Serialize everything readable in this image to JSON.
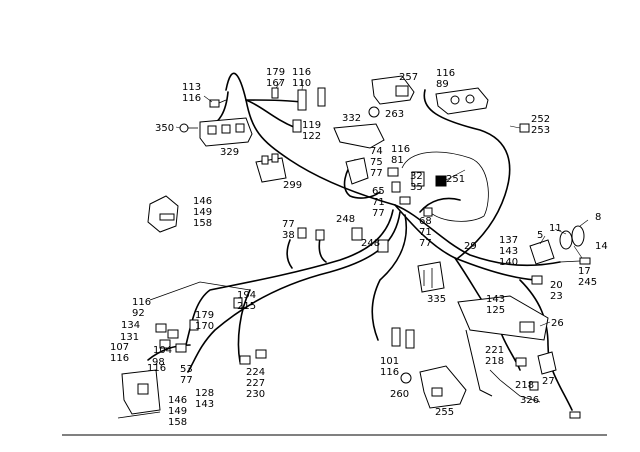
{
  "callouts": [
    {
      "id": "c-113-116",
      "lines": [
        "113",
        "116"
      ]
    },
    {
      "id": "c-179-167",
      "lines": [
        "179",
        "167"
      ]
    },
    {
      "id": "c-116-110",
      "lines": [
        "116",
        "110"
      ]
    },
    {
      "id": "c-257",
      "lines": [
        "257"
      ]
    },
    {
      "id": "c-116-89",
      "lines": [
        "116",
        "89"
      ]
    },
    {
      "id": "c-350",
      "lines": [
        "350"
      ]
    },
    {
      "id": "c-329",
      "lines": [
        "329"
      ]
    },
    {
      "id": "c-119-122",
      "lines": [
        "119",
        "122"
      ]
    },
    {
      "id": "c-332",
      "lines": [
        "332"
      ]
    },
    {
      "id": "c-263",
      "lines": [
        "263"
      ]
    },
    {
      "id": "c-252-253",
      "lines": [
        "252",
        "253"
      ]
    },
    {
      "id": "c-74-75-77",
      "lines": [
        "74",
        "75",
        "77"
      ]
    },
    {
      "id": "c-116-81",
      "lines": [
        "116",
        "81"
      ]
    },
    {
      "id": "c-299",
      "lines": [
        "299"
      ]
    },
    {
      "id": "c-32-35",
      "lines": [
        "32",
        "35"
      ]
    },
    {
      "id": "c-251",
      "lines": [
        "251"
      ]
    },
    {
      "id": "c-65-71-77",
      "lines": [
        "65",
        "71",
        "77"
      ]
    },
    {
      "id": "c-146-149-158-top",
      "lines": [
        "146",
        "149",
        "158"
      ]
    },
    {
      "id": "c-248a",
      "lines": [
        "248"
      ]
    },
    {
      "id": "c-77-38",
      "lines": [
        "77",
        "38"
      ]
    },
    {
      "id": "c-68-71-77",
      "lines": [
        "68",
        "71",
        "77"
      ]
    },
    {
      "id": "c-248b",
      "lines": [
        "248"
      ]
    },
    {
      "id": "c-8",
      "lines": [
        "8"
      ]
    },
    {
      "id": "c-11",
      "lines": [
        "11"
      ]
    },
    {
      "id": "c-5",
      "lines": [
        "5"
      ]
    },
    {
      "id": "c-137-143-140",
      "lines": [
        "137",
        "143",
        "140"
      ]
    },
    {
      "id": "c-29",
      "lines": [
        "29"
      ]
    },
    {
      "id": "c-14",
      "lines": [
        "14"
      ]
    },
    {
      "id": "c-17-245",
      "lines": [
        "17",
        "245"
      ]
    },
    {
      "id": "c-20-23",
      "lines": [
        "20",
        "23"
      ]
    },
    {
      "id": "c-335",
      "lines": [
        "335"
      ]
    },
    {
      "id": "c-194-215",
      "lines": [
        "194",
        "215"
      ]
    },
    {
      "id": "c-116-92",
      "lines": [
        "116",
        "92"
      ]
    },
    {
      "id": "c-134",
      "lines": [
        "134"
      ]
    },
    {
      "id": "c-179-170",
      "lines": [
        "179",
        "170"
      ]
    },
    {
      "id": "c-131",
      "lines": [
        "131"
      ]
    },
    {
      "id": "c-107-116",
      "lines": [
        "107",
        "116"
      ]
    },
    {
      "id": "c-104",
      "lines": [
        "104"
      ]
    },
    {
      "id": "c-98",
      "lines": [
        "98"
      ]
    },
    {
      "id": "c-116-low",
      "lines": [
        "116"
      ]
    },
    {
      "id": "c-53-77",
      "lines": [
        "53",
        "77"
      ]
    },
    {
      "id": "c-143-125",
      "lines": [
        "143",
        "125"
      ]
    },
    {
      "id": "c-26",
      "lines": [
        "26"
      ]
    },
    {
      "id": "c-101-116",
      "lines": [
        "101",
        "116"
      ]
    },
    {
      "id": "c-221-218",
      "lines": [
        "221",
        "218"
      ]
    },
    {
      "id": "c-224-227-230",
      "lines": [
        "224",
        "227",
        "230"
      ]
    },
    {
      "id": "c-128-143",
      "lines": [
        "128",
        "143"
      ]
    },
    {
      "id": "c-146-149-158-bot",
      "lines": [
        "146",
        "149",
        "158"
      ]
    },
    {
      "id": "c-218b",
      "lines": [
        "218"
      ]
    },
    {
      "id": "c-27",
      "lines": [
        "27"
      ]
    },
    {
      "id": "c-260",
      "lines": [
        "260"
      ]
    },
    {
      "id": "c-326",
      "lines": [
        "326"
      ]
    },
    {
      "id": "c-255",
      "lines": [
        "255"
      ]
    }
  ]
}
